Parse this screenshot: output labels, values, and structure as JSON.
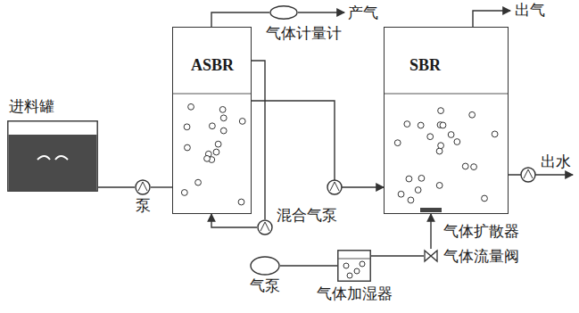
{
  "diagram": {
    "nodes": [
      {
        "text": [
          "进料罐"
        ]
      },
      {
        "text": [
          "泵"
        ]
      },
      {
        "text": [
          "ASBR"
        ]
      },
      {
        "text": [
          "气体计量计"
        ]
      },
      {
        "text": [
          "混合气泵"
        ]
      },
      {
        "text": [
          "SBR"
        ]
      },
      {
        "text": [
          "气泵"
        ]
      },
      {
        "text": [
          "气体加湿器"
        ]
      },
      {
        "text": [
          "气体流量阀"
        ]
      }
    ],
    "edges": [
      {
        "from": 0,
        "to": 1,
        "arrow": "none"
      },
      {
        "from": 1,
        "to": 2,
        "arrow": "none"
      },
      {
        "from": 2,
        "to": 3,
        "arrow": "none"
      },
      {
        "from": 2,
        "to": 4,
        "arrow": "none"
      },
      {
        "from": 4,
        "to": 2,
        "arrow": "to"
      },
      {
        "from": 2,
        "to": 5,
        "arrow": "to"
      },
      {
        "from": 6,
        "to": 7,
        "arrow": "none"
      },
      {
        "from": 7,
        "to": 8,
        "arrow": "none"
      },
      {
        "from": 8,
        "to": 5,
        "arrow": "to"
      }
    ],
    "labels": [
      "产气",
      "出气",
      "出水",
      "气体扩散器"
    ]
  }
}
